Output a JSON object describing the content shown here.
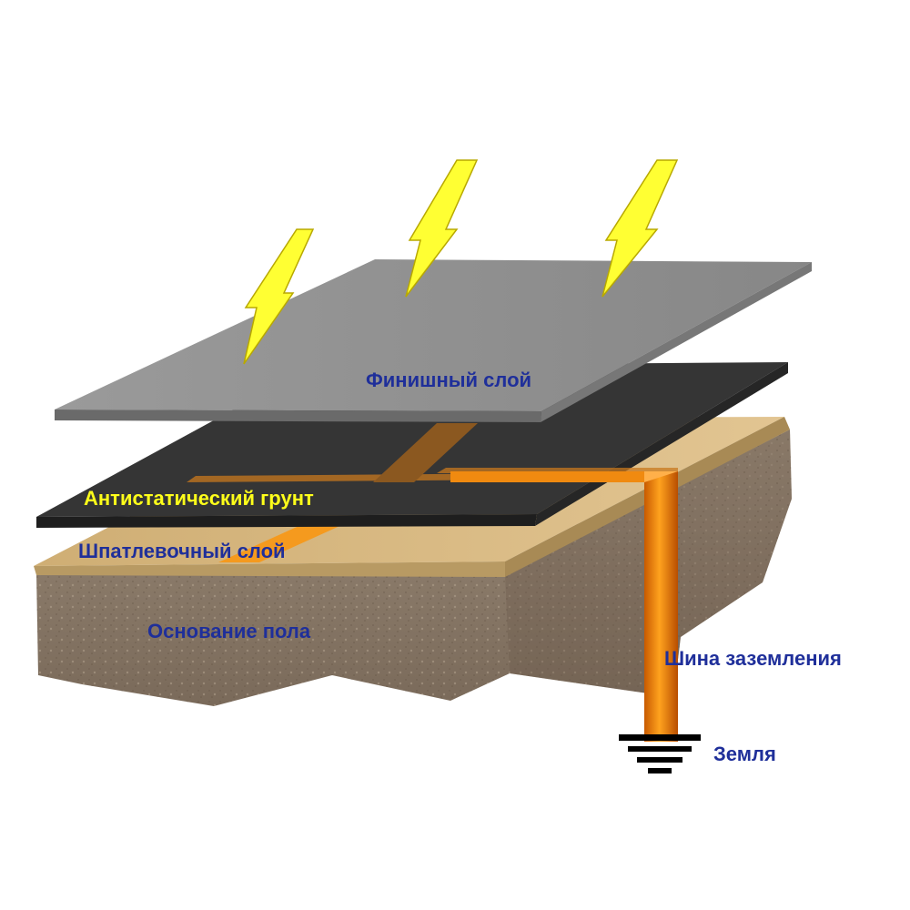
{
  "labels": {
    "finish_layer": "Финишный слой",
    "antistatic_primer": "Антистатический грунт",
    "putty_layer": "Шпатлевочный слой",
    "floor_base": "Основание пола",
    "grounding_bus": "Шина заземления",
    "earth": "Земля"
  },
  "colors": {
    "label_blue": "#1f2f9a",
    "label_yellow": "#ffff1a",
    "finish_layer": "#8a8a8a",
    "primer_layer": "#3a3a3a",
    "putty_layer": "#d9bc86",
    "concrete": "#8a7a6a",
    "copper": "#f08a10",
    "lightning": "#ffff33"
  },
  "icons": [
    "lightning-bolt-icon",
    "ground-symbol-icon"
  ]
}
